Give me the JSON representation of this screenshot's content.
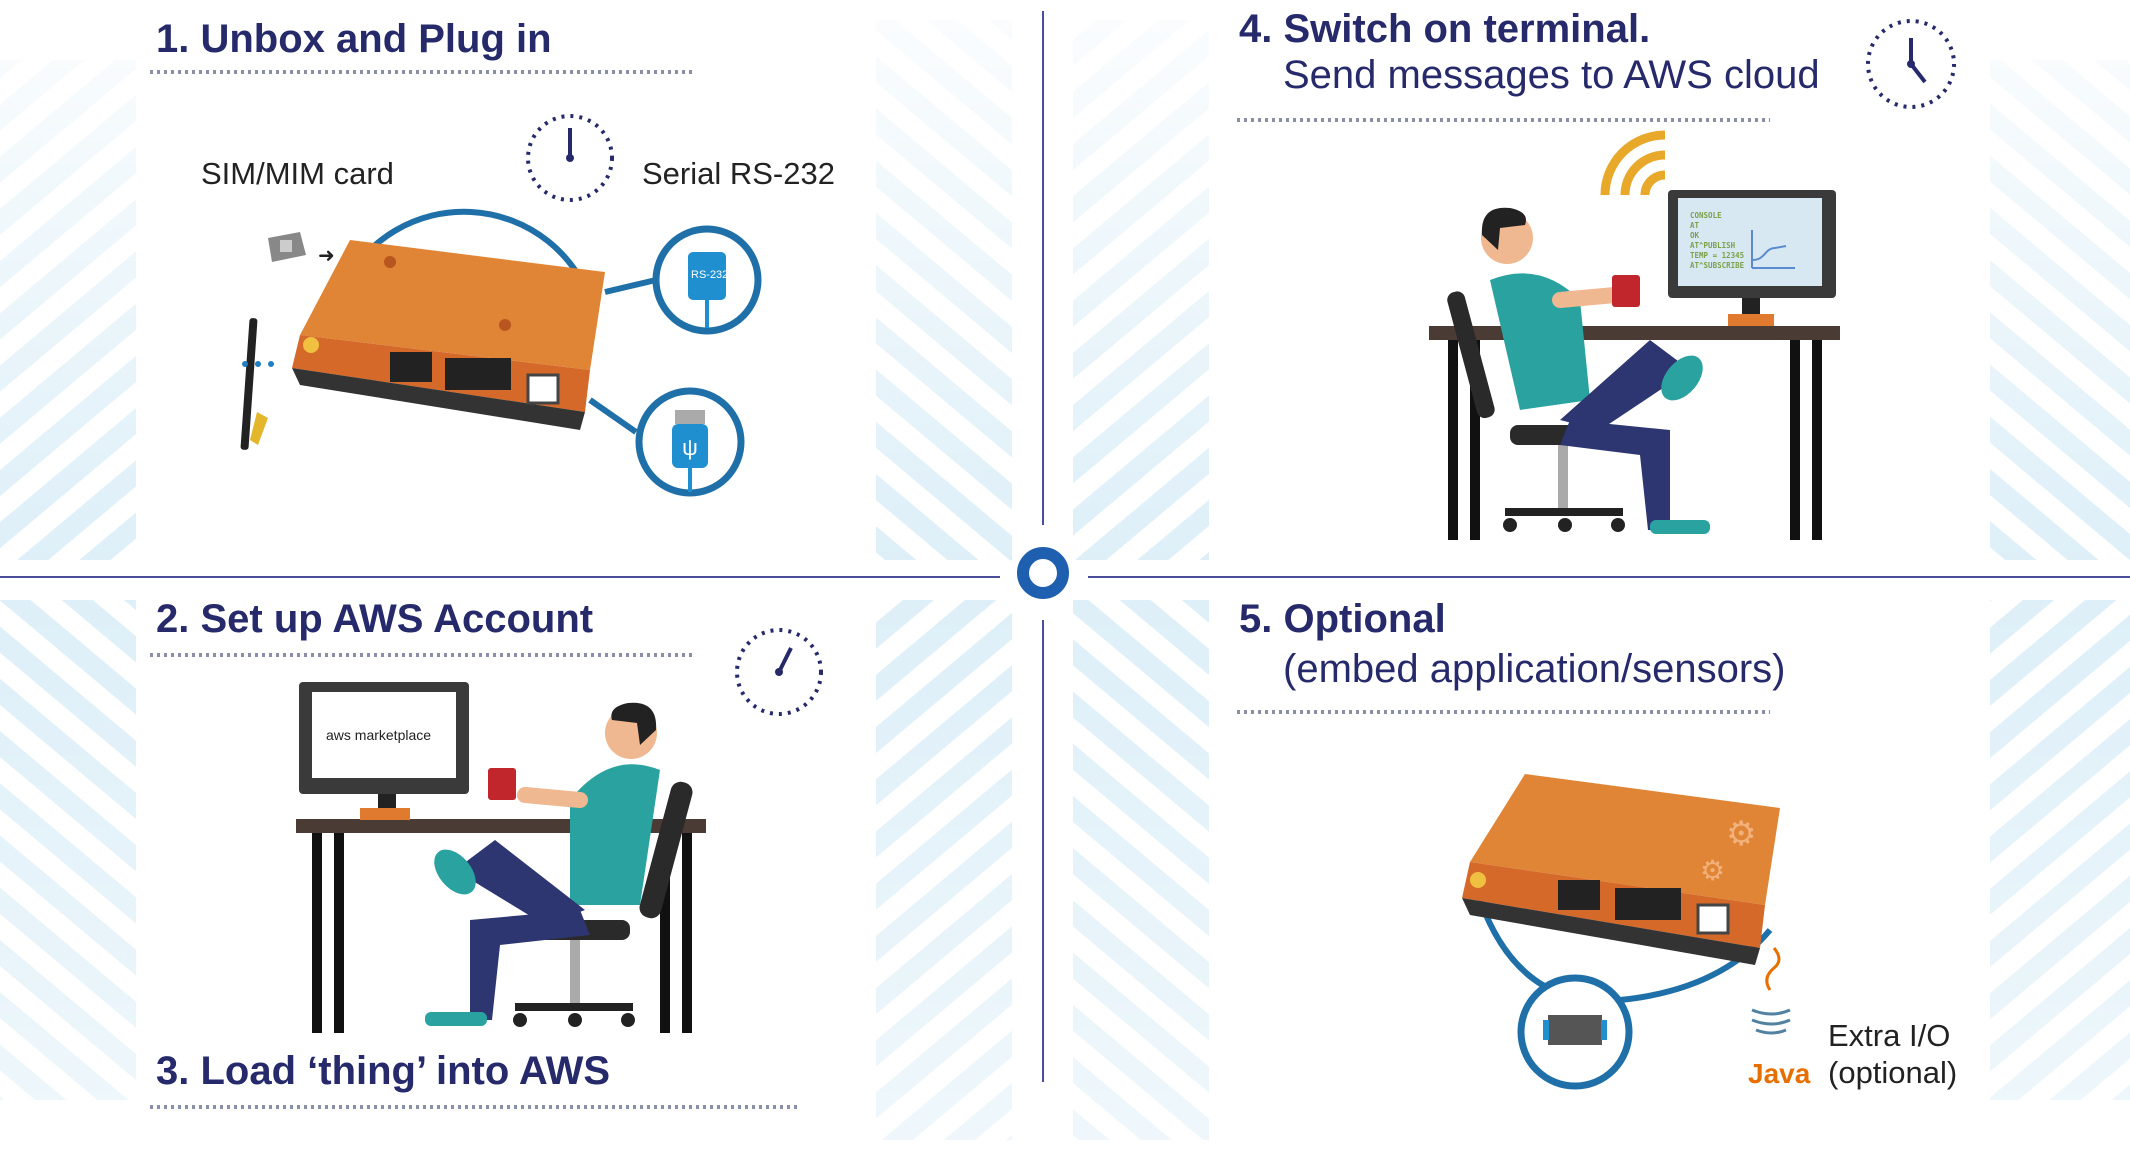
{
  "steps": {
    "step1": {
      "title": "1. Unbox and Plug in",
      "sim_label": "SIM/MIM card",
      "serial_label": "Serial RS-232",
      "rs232_badge": "RS-232"
    },
    "step2": {
      "title": "2. Set up AWS Account",
      "screen_text": "aws marketplace"
    },
    "step3": {
      "title": "3. Load ‘thing’ into AWS"
    },
    "step4": {
      "title": "4. Switch on terminal.",
      "subtitle": "Send messages to AWS cloud",
      "console_lines": [
        "CONSOLE",
        "AT",
        "OK",
        "AT^PUBLISH",
        "TEMP = 12345",
        "AT^SUBSCRIBE"
      ]
    },
    "step5": {
      "title": "5. Optional",
      "subtitle": "(embed application/sensors)",
      "java_label": "Java",
      "extra_io": "Extra I/O",
      "extra_io_note": "(optional)"
    }
  },
  "colors": {
    "navy": "#262a6b",
    "orange": "#e07a2e",
    "blue": "#1f7fc0",
    "stripe": "#d6ebf6",
    "teal": "#2aa3a0"
  }
}
